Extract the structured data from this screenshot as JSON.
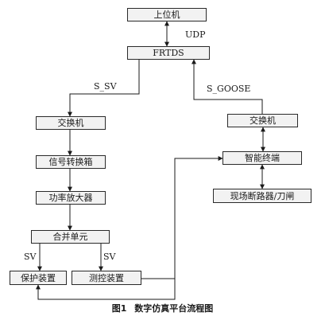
{
  "diagram": {
    "nodes": {
      "host_computer": "上位机",
      "frtds": "FRTDS",
      "switch_left": "交换机",
      "signal_converter": "信号转换箱",
      "power_amplifier": "功率放大器",
      "merging_unit": "合并单元",
      "protection_device": "保护装置",
      "measurement_control_device": "测控装置",
      "switch_right": "交换机",
      "smart_terminal": "智能终端",
      "field_breaker": "现场断路器/刀闸"
    },
    "edge_labels": {
      "udp": "UDP",
      "s_sv": "S_SV",
      "s_goose": "S_GOOSE",
      "sv_left": "SV",
      "sv_right": "SV"
    }
  },
  "caption": {
    "figure_number": "图1",
    "title": "数字仿真平台流程图"
  },
  "colors": {
    "box_fill": "#f2f2f2",
    "line": "#1a1a1a"
  }
}
